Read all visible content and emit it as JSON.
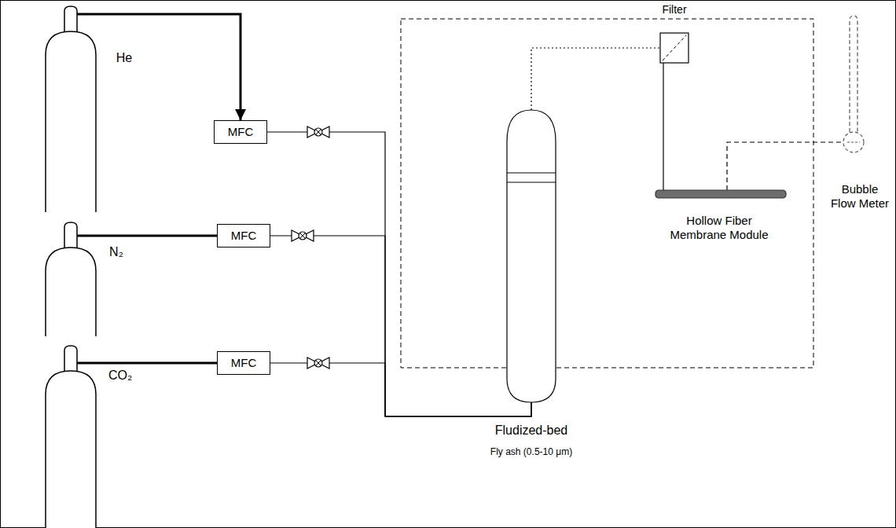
{
  "diagram": {
    "nodes": [
      {
        "text": [
          "He"
        ]
      },
      {
        "text": [
          "MFC"
        ]
      },
      {
        "text": [
          "N₂"
        ]
      },
      {
        "text": [
          "MFC"
        ]
      },
      {
        "text": [
          "CO₂"
        ]
      },
      {
        "text": [
          "MFC"
        ]
      },
      {
        "text": [
          "Fludized-bed",
          "Fly ash (0.5-10 μm)"
        ]
      },
      {
        "text": [
          "Filter"
        ]
      },
      {
        "text": [
          "Hollow Fiber Membrane Module"
        ]
      },
      {
        "text": [
          "Bubble Flow Meter"
        ]
      }
    ],
    "edges": [
      {
        "from": 0,
        "to": 1,
        "arrow": "to"
      },
      {
        "from": 2,
        "to": 3,
        "arrow": "none"
      },
      {
        "from": 4,
        "to": 5,
        "arrow": "none"
      },
      {
        "from": 1,
        "to": 6,
        "arrow": "none"
      },
      {
        "from": 3,
        "to": 6,
        "arrow": "none"
      },
      {
        "from": 5,
        "to": 6,
        "arrow": "none"
      },
      {
        "from": 6,
        "to": 7,
        "arrow": "none"
      },
      {
        "from": 7,
        "to": 8,
        "arrow": "none"
      },
      {
        "from": 8,
        "to": 9,
        "arrow": "none"
      }
    ]
  }
}
